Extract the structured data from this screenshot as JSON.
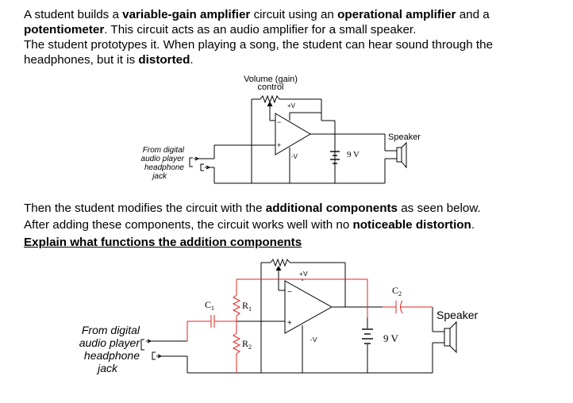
{
  "intro": {
    "l1_a": "A student builds a ",
    "l1_b": "variable-gain amplifier",
    "l1_c": " circuit using an ",
    "l1_d": "operational amplifier",
    "l1_e": " and a",
    "l2_a": "potentiometer",
    "l2_b": ". This circuit acts as an audio amplifier for a small speaker.",
    "l3": "The student prototypes it. When playing a song, the student can hear sound through the",
    "l4_a": "headphones, but it is ",
    "l4_b": "distorted",
    "l4_c": "."
  },
  "circuit1": {
    "volume_l1": "Volume (gain)",
    "volume_l2": "control",
    "plus_v": "+V",
    "minus_v": "-V",
    "plus_sign": "+",
    "minus_sign": "−",
    "battery": "9 V",
    "speaker": "Speaker",
    "src_l1": "From digital",
    "src_l2": "audio player",
    "src_l3": "headphone",
    "src_l4": "jack"
  },
  "middle": {
    "l1_a": "Then the student modifies the circuit with the ",
    "l1_b": "additional components",
    "l1_c": " as seen below.",
    "l2_a": "After adding these components, the circuit works well with no ",
    "l2_b": "noticeable distortion",
    "l2_c": ".",
    "l3": "Explain what functions the addition components"
  },
  "circuit2": {
    "plus_v": "+V",
    "minus_v": "-V",
    "plus_sign": "+",
    "minus_sign": "−",
    "c1": "C",
    "c1_sub": "1",
    "c2": "C",
    "c2_sub": "2",
    "r1": "R",
    "r1_sub": "1",
    "r2": "R",
    "r2_sub": "2",
    "battery": "9 V",
    "speaker": "Speaker",
    "src_l1": "From digital",
    "src_l2": "audio player",
    "src_l3": "headphone",
    "src_l4": "jack"
  },
  "colors": {
    "highlight": "#e0241f",
    "wire": "#000000"
  }
}
